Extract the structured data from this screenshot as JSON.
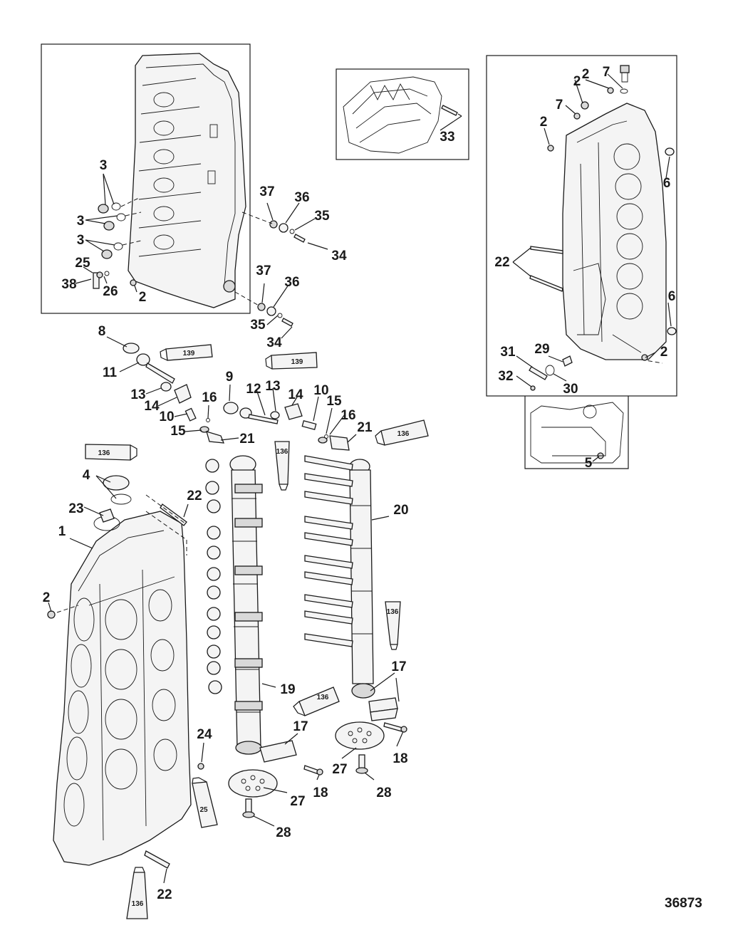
{
  "figure_number": "36873",
  "callouts": [
    "1",
    "2",
    "3",
    "4",
    "5",
    "6",
    "7",
    "8",
    "9",
    "10",
    "11",
    "12",
    "13",
    "14",
    "15",
    "16",
    "17",
    "18",
    "19",
    "20",
    "21",
    "22",
    "23",
    "24",
    "25",
    "26",
    "27",
    "28",
    "29",
    "30",
    "31",
    "32",
    "33",
    "34",
    "35",
    "36",
    "37",
    "38"
  ],
  "tube_labels": [
    "139",
    "139",
    "136",
    "136",
    "136",
    "136",
    "136",
    "25",
    "136"
  ]
}
